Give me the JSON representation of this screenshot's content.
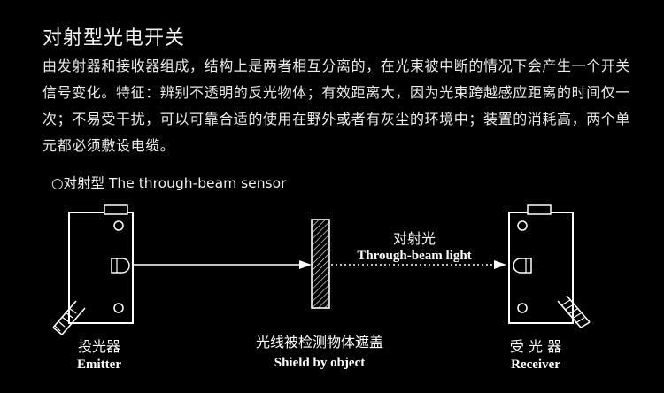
{
  "title": "对射型光电开关",
  "paragraph": "由发射器和接收器组成，结构上是两者相互分离的，在光束被中断的情况下会产生一个开关信号变化。特征：辨别不透明的反光物体；有效距离大，因为光束跨越感应距离的时间仅一次；不易受干扰，可以可靠合适的使用在野外或者有灰尘的环境中；装置的消耗高，两个单元都必须敷设电缆。",
  "subhead": "○对射型 The through-beam sensor",
  "diagram": {
    "beam_label_cn": "对射光",
    "beam_label_en": "Through-beam light",
    "emitter_cn": "投光器",
    "emitter_en": "Emitter",
    "shield_cn": "光线被检测物体遮盖",
    "shield_en": "Shield by object",
    "receiver_cn": "受 光 器",
    "receiver_en": "Receiver"
  }
}
